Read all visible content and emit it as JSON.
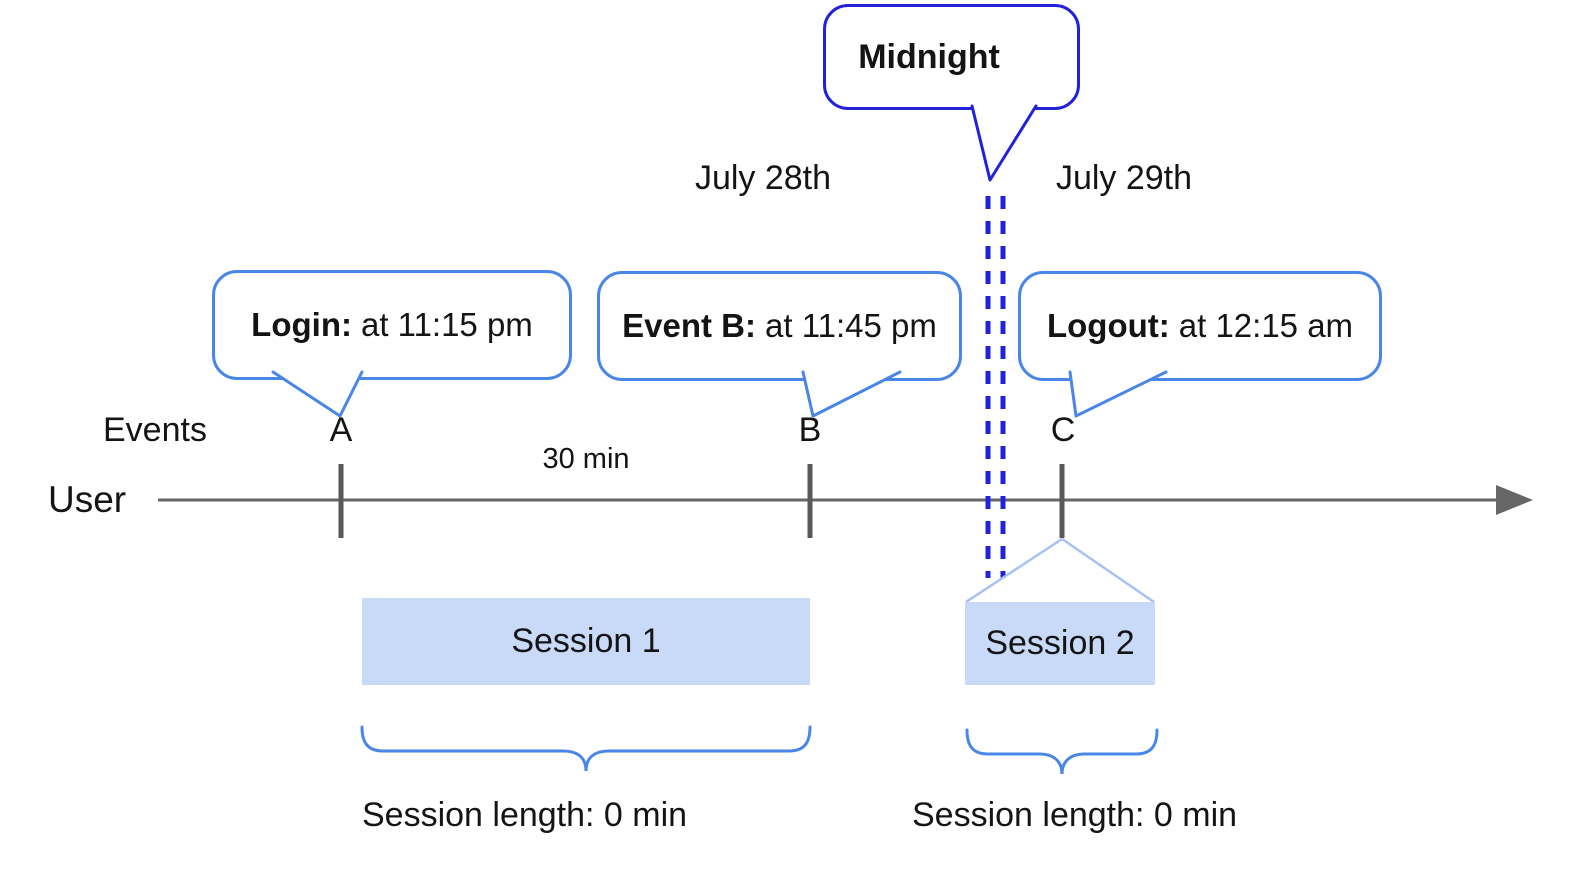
{
  "dates": {
    "july28": "July 28th",
    "july29": "July 29th"
  },
  "midnight": {
    "label": "Midnight"
  },
  "callouts": {
    "login": {
      "title": "Login:",
      "time": "at 11:15 pm"
    },
    "event_b": {
      "title": "Event B:",
      "time": "at 11:45 pm"
    },
    "logout": {
      "title": "Logout:",
      "time": "at 12:15 am"
    }
  },
  "timeline": {
    "row_label": "User",
    "events_label": "Events",
    "marker_a": "A",
    "marker_b": "B",
    "marker_c": "C",
    "interval_label": "30 min"
  },
  "sessions": {
    "session1": {
      "label": "Session 1",
      "length_label": "Session length: 0 min"
    },
    "session2": {
      "label": "Session 2",
      "length_label": "Session length: 0 min"
    }
  },
  "colors": {
    "callout_border_blue": "#4a86e8",
    "midnight_blue": "#2222dd",
    "session_fill": "#c9daf8",
    "connector_light_blue": "#a4c2f4",
    "timeline_gray": "#666666",
    "tick_gray": "#595959",
    "text_black": "#141414"
  }
}
